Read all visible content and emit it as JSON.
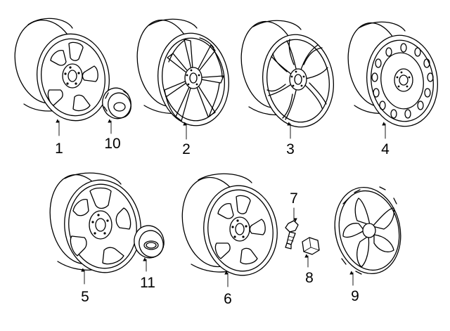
{
  "parts": [
    {
      "callout": "1",
      "icon": "five-spoke-alloy-wheel"
    },
    {
      "callout": "2",
      "icon": "multi-spoke-alloy-wheel"
    },
    {
      "callout": "3",
      "icon": "split-spoke-alloy-wheel"
    },
    {
      "callout": "4",
      "icon": "steel-wheel"
    },
    {
      "callout": "5",
      "icon": "alloy-wheel-with-center-cap"
    },
    {
      "callout": "6",
      "icon": "five-spoke-alloy-wheel"
    },
    {
      "callout": "7",
      "icon": "tire-pressure-valve-stem"
    },
    {
      "callout": "8",
      "icon": "lug-nut"
    },
    {
      "callout": "9",
      "icon": "wheel-cover"
    },
    {
      "callout": "10",
      "icon": "center-cap"
    },
    {
      "callout": "11",
      "icon": "center-cap-with-logo"
    }
  ]
}
